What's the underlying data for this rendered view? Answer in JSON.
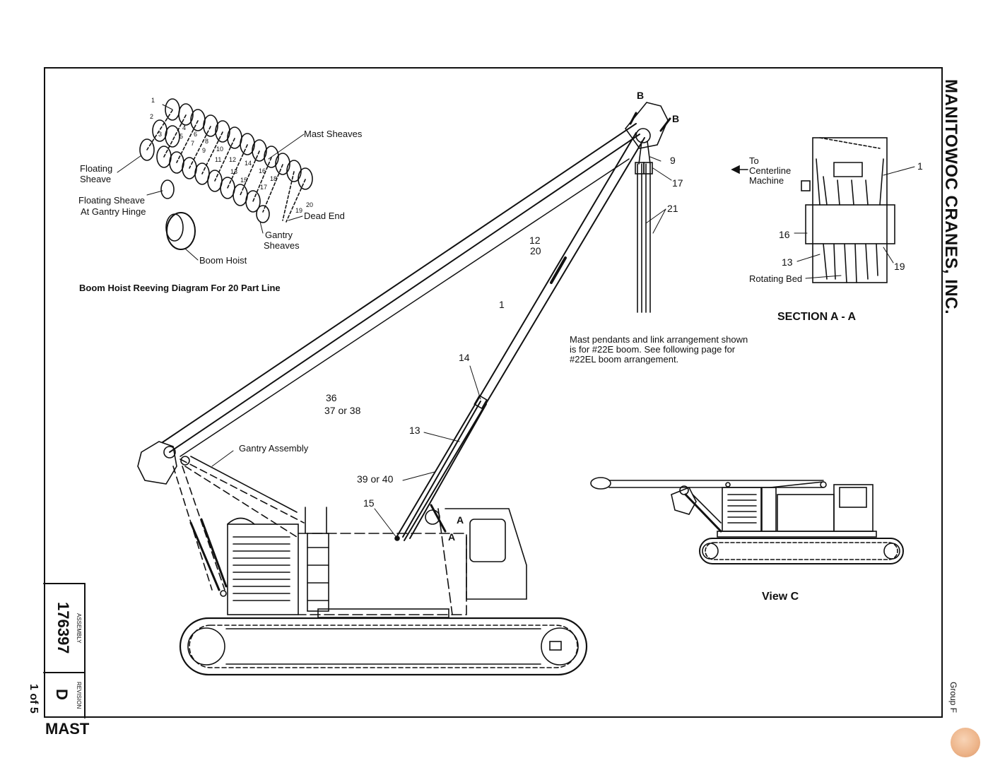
{
  "title_block": {
    "company": "MANITOWOC CRANES, INC.",
    "assembly_label": "ASSEMBLY",
    "assembly_number": "176397",
    "revision_label": "REVISION",
    "revision": "D",
    "page": "1 of 5",
    "sheet_title": "MAST",
    "group": "Group F"
  },
  "reeving_diagram": {
    "caption": "Boom Hoist Reeving Diagram For 20 Part Line",
    "labels": {
      "mast_sheaves": "Mast Sheaves",
      "floating_sheave_1": "Floating",
      "floating_sheave_2": "Sheave",
      "floating_gantry_1": "Floating Sheave",
      "floating_gantry_2": "At Gantry Hinge",
      "dead_end": "Dead End",
      "gantry_1": "Gantry",
      "gantry_2": "Sheaves",
      "boom_hoist": "Boom Hoist"
    },
    "numbers": [
      "1",
      "2",
      "3",
      "4",
      "5",
      "6",
      "7",
      "8",
      "9",
      "10",
      "11",
      "12",
      "13",
      "14",
      "15",
      "16",
      "17",
      "18",
      "19",
      "20"
    ]
  },
  "section_aa": {
    "title": "SECTION A - A",
    "to_1": "To",
    "to_2": "Centerline",
    "to_3": "Machine",
    "rotating_bed": "Rotating Bed",
    "n1": "1",
    "n16": "16",
    "n13": "13",
    "n19": "19"
  },
  "main_view": {
    "gantry_assembly": "Gantry Assembly",
    "c36": "36",
    "c37_38": "37 or 38",
    "c12": "12",
    "c20": "20",
    "c1": "1",
    "c14": "14",
    "c13": "13",
    "c39_40": "39 or 40",
    "c15": "15",
    "a_upper": "A",
    "a_lower": "A",
    "b_top": "B",
    "b_right": "B",
    "c9": "9",
    "c17": "17",
    "c21": "21"
  },
  "note": {
    "line1": "Mast pendants and link arrangement shown",
    "line2": "is for #22E boom. See following page for",
    "line3": "#22EL boom arrangement."
  },
  "view_c": {
    "title": "View C"
  }
}
